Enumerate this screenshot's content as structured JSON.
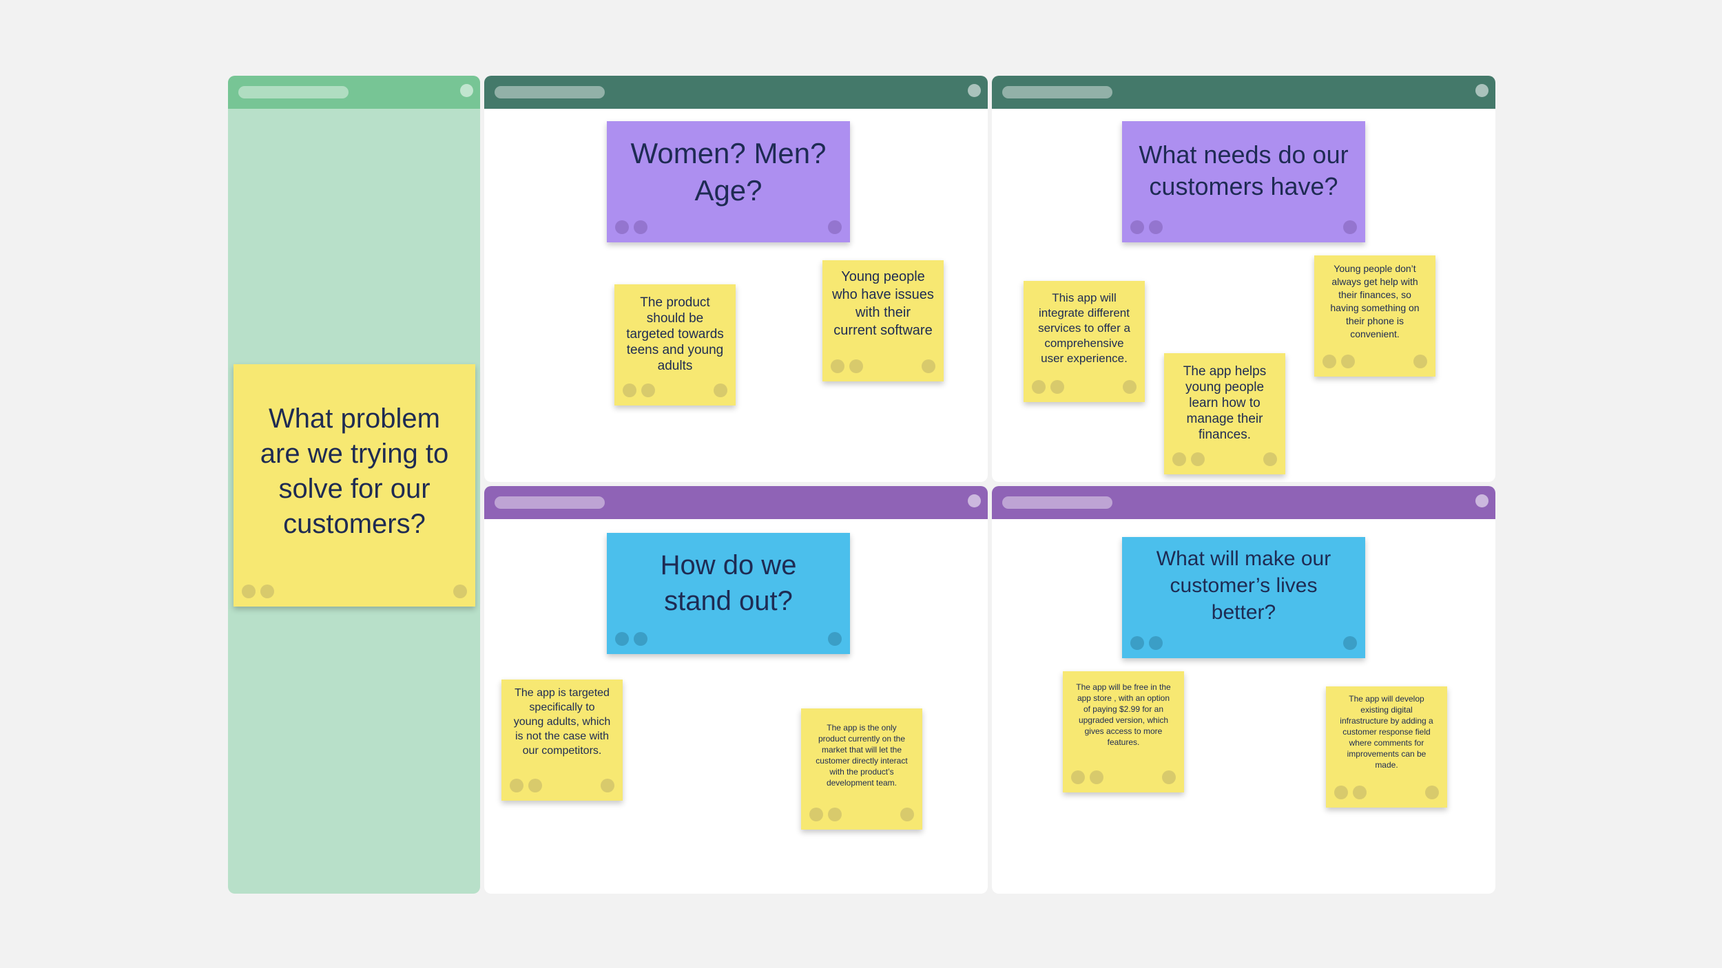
{
  "colors": {
    "background": "#f2f2f2",
    "left_column": "#b8e0c9",
    "left_column_bar": "#77c595",
    "green_bar": "#44796a",
    "purple_bar": "#8f63b6",
    "sticky_yellow": "#f7e872",
    "sticky_purple": "#ad8ff0",
    "sticky_blue": "#4bbfec",
    "text": "#1e2b53"
  },
  "main_question": "What problem\nare we trying to\nsolve for our\ncustomers?",
  "frames": {
    "demographics": {
      "title": "Women? Men?\nAge?",
      "notes": [
        "The product\nshould be\ntargeted towards\nteens and young\nadults",
        "Young people\nwho have issues\nwith their\ncurrent software"
      ]
    },
    "needs": {
      "title": "What needs do our\ncustomers have?",
      "notes": [
        "This app will\nintegrate different\nservices to offer a\ncomprehensive\nuser experience.",
        "The app helps\nyoung people\nlearn how to\nmanage their\nfinances.",
        "Young people don’t\nalways get help with\ntheir finances, so\nhaving something on\ntheir phone is\nconvenient."
      ]
    },
    "stand_out": {
      "title": "How do we\nstand out?",
      "notes": [
        "The app is targeted\nspecifically to\nyoung adults, which\nis not the case with\nour competitors.",
        "The app is the only\nproduct currently on the\nmarket that will let the\ncustomer directly interact\nwith the product’s\ndevelopment team."
      ]
    },
    "better_lives": {
      "title": "What will make our\ncustomer’s lives\nbetter?",
      "notes": [
        "The app will be free in the\napp store , with an option\nof paying $2.99 for an\nupgraded version, which\ngives access to more\nfeatures.",
        "The app will develop\nexisting digital\ninfrastructure by adding a\ncustomer response field\nwhere comments for\nimprovements can be\nmade."
      ]
    }
  }
}
